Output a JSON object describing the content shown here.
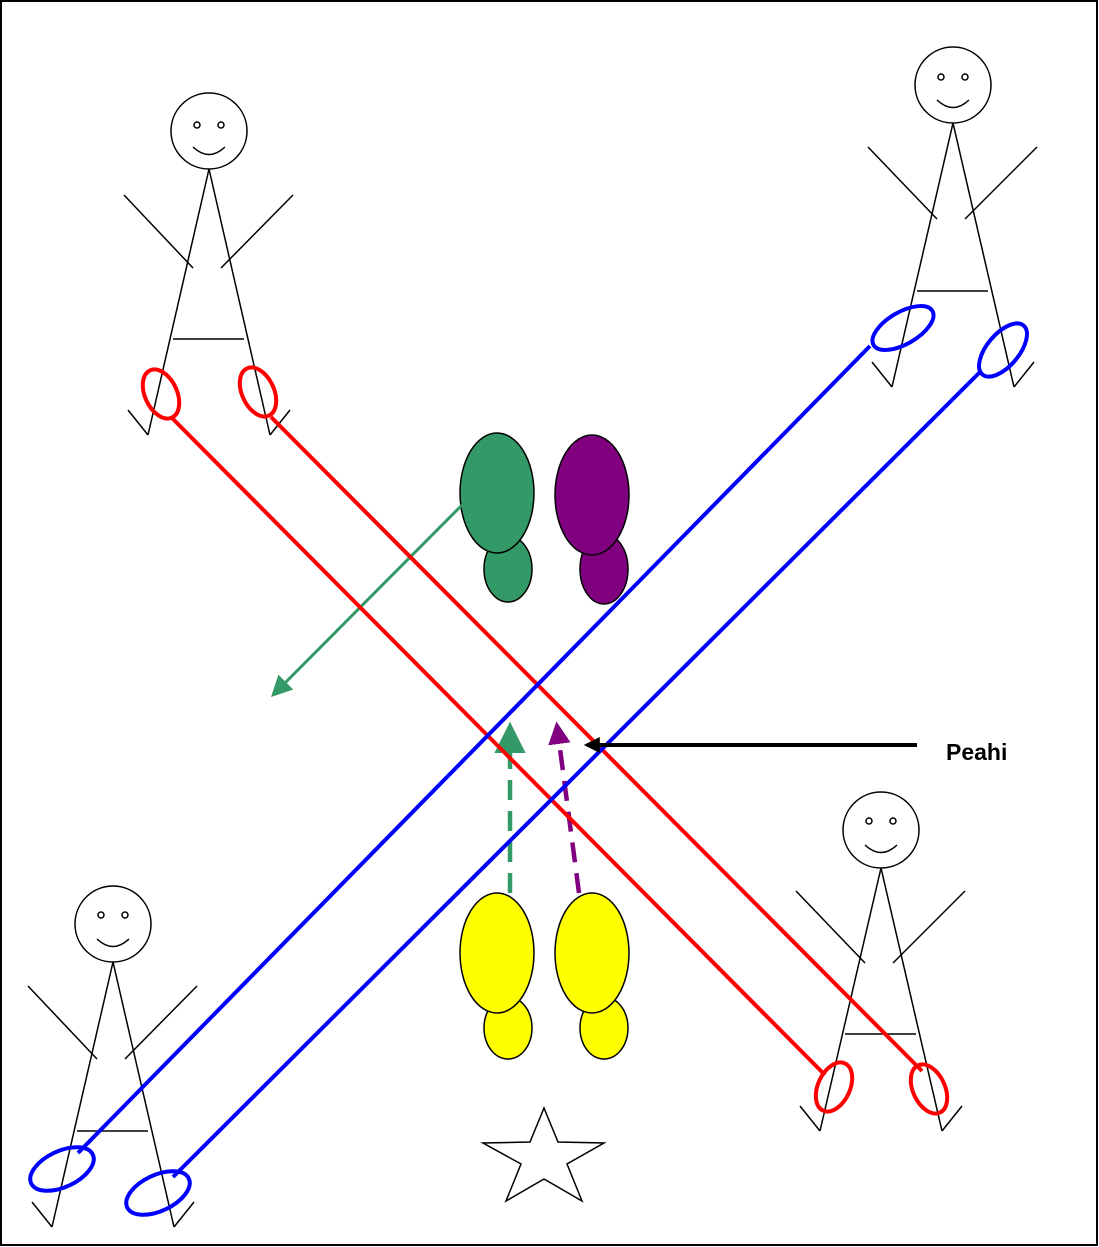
{
  "diagram": {
    "label_text": "Peahi",
    "colors": {
      "frame": "#000000",
      "figure_stroke": "#000000",
      "red_rope": "#ff0000",
      "blue_rope": "#0000ff",
      "green_player": "#339966",
      "purple_player": "#800080",
      "yellow_player": "#ffff00",
      "arrow_black": "#000000",
      "star_fill": "#ffffff"
    },
    "stick_figures": [
      {
        "name": "top-left-turner",
        "rope_color": "red"
      },
      {
        "name": "top-right-turner",
        "rope_color": "blue"
      },
      {
        "name": "bottom-left-turner",
        "rope_color": "blue"
      },
      {
        "name": "bottom-right-turner",
        "rope_color": "red"
      }
    ],
    "jumpers": [
      "green",
      "purple",
      "yellow-left",
      "yellow-right"
    ],
    "star": "start-position-star"
  }
}
